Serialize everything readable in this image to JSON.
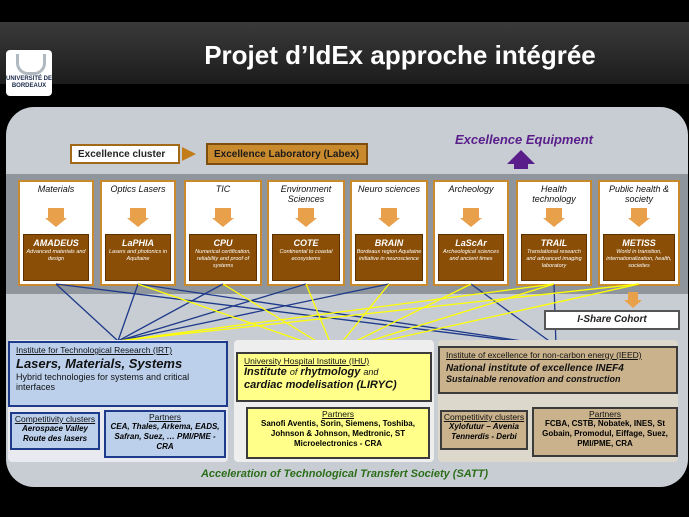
{
  "title": "Projet d’IdEx approche intégrée",
  "logo": {
    "line1": "UNIVERSITÉ DE",
    "line2": "BORDEAUX"
  },
  "header": {
    "excellence_cluster": "Excellence cluster",
    "labex": "Excellence Laboratory (Labex)",
    "equipment": "Excellence Equipment"
  },
  "clusters": [
    {
      "heading": "Materials",
      "labex": "AMADEUS",
      "desc": "Advanced materials and design"
    },
    {
      "heading": "Optics Lasers",
      "labex": "LaPHIA",
      "desc": "Lasers and photonics in Aquitaine"
    },
    {
      "heading": "TIC",
      "labex": "CPU",
      "desc": "Numerical certification, reliability and proof of systems"
    },
    {
      "heading": "Environment Sciences",
      "labex": "COTE",
      "desc": "Continental to coastal ecosystems"
    },
    {
      "heading": "Neuro sciences",
      "labex": "BRAIN",
      "desc": "Bordeaux region Aquitaine initiative in neuroscience"
    },
    {
      "heading": "Archeology",
      "labex": "LaScAr",
      "desc": "Archeological sciences and ancient times"
    },
    {
      "heading": "Health technology",
      "labex": "TRAIL",
      "desc": "Translational research and advanced imaging laboratory"
    },
    {
      "heading": "Public health & society",
      "labex": "METISS",
      "desc": "World in transition, internationalization, health, societies"
    }
  ],
  "ishare": "I-Share Cohort",
  "irt": {
    "header": "Institute for Technological Research (IRT)",
    "name": "Lasers, Materials, Systems",
    "desc": "Hybrid technologies  for systems and critical interfaces",
    "clusters_title": "Competitivity clusters",
    "clusters": "Aerospace Valley Route des lasers",
    "partners_title": "Partners",
    "partners": "CEA, Thales, Arkema, EADS, Safran, Suez, … PMI/PME - CRA"
  },
  "ihu": {
    "header": "University Hospital Institute (IHU)",
    "name_a": "Institute",
    "name_b": "of",
    "name_c": "rhytmology",
    "name_d": "and",
    "name_e": "cardiac modelisation  (LIRYC)",
    "partners_title": "Partners",
    "partners": "Sanofi Aventis, Sorin, Siemens, Toshiba, Johnson & Johnson, Medtronic, ST Microelectronics - CRA"
  },
  "ieed": {
    "header": "Institute of excellence for non-carbon energy (IEED)",
    "name": "National institute of excellence INEF4",
    "desc": "Sustainable renovation and construction",
    "clusters_title": "Competitivity clusters",
    "clusters": "Xylofutur – Avenia Tennerdis - Derbi",
    "partners_title": "Partners",
    "partners": "FCBA, CSTB, Nobatek, INES, St Gobain, Promodul, Eiffage, Suez, PMI/PME, CRA"
  },
  "satt": "Acceleration of Technological Transfert Society (SATT)",
  "colors": {
    "orange": "#c98a2e",
    "brown": "#8a4e06",
    "navy": "#1e3a8a",
    "yellow": "#ffff00",
    "purple": "#5a1e8a"
  }
}
